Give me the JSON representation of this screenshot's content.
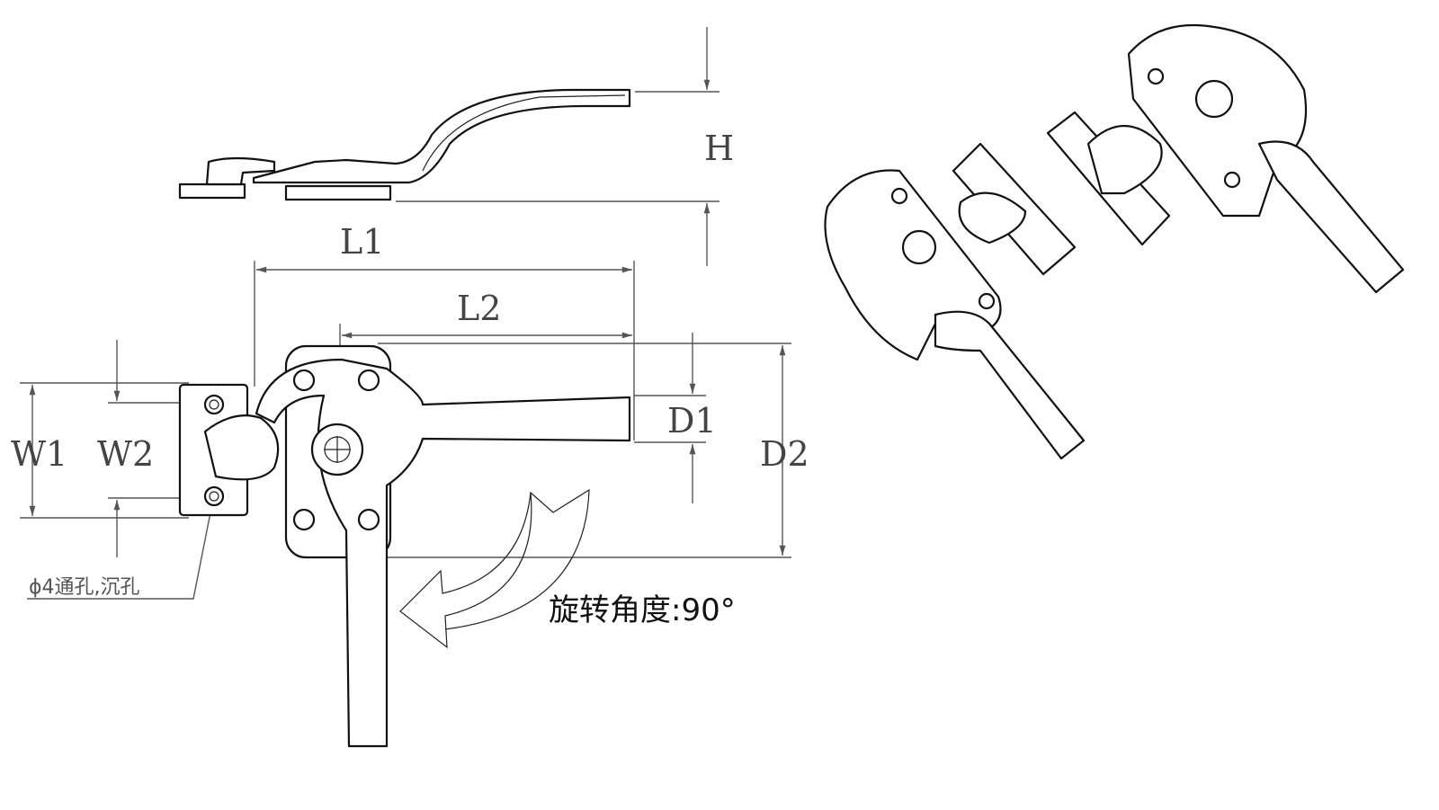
{
  "labels": {
    "H": "H",
    "L1": "L1",
    "L2": "L2",
    "W1": "W1",
    "W2": "W2",
    "D1": "D1",
    "D2": "D2",
    "hole_note": "ϕ4通孔,沉孔",
    "rotation_note": "旋转角度:90°"
  }
}
